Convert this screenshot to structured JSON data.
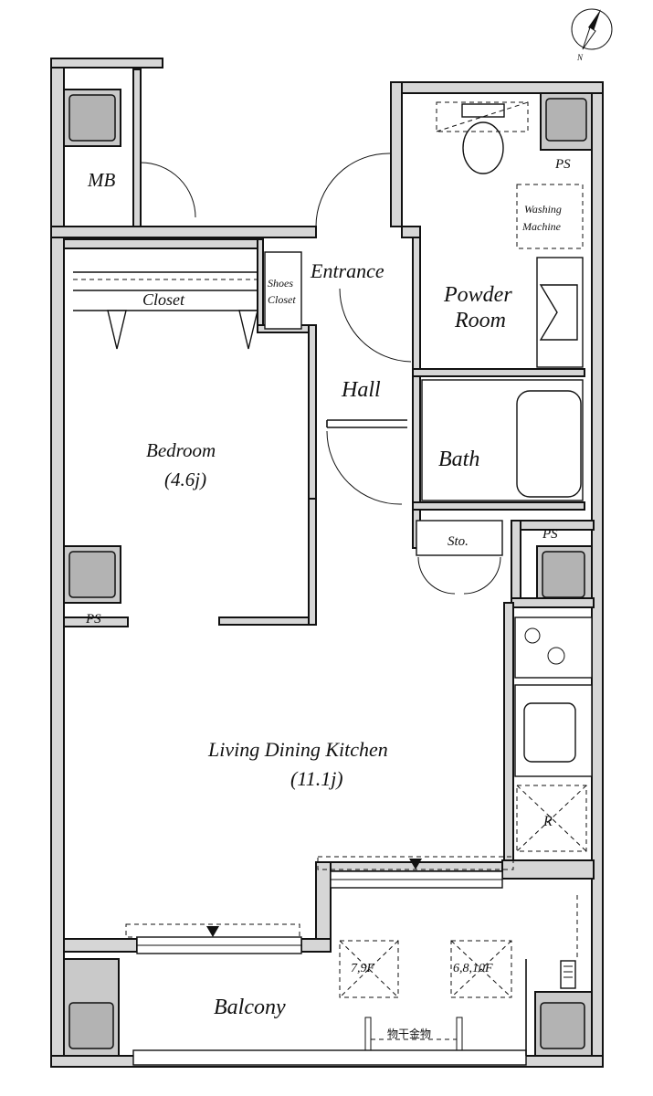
{
  "compass": {
    "letter": "N"
  },
  "rooms": {
    "mb": "MB",
    "entrance": "Entrance",
    "shoes_closet_line1": "Shoes",
    "shoes_closet_line2": "Closet",
    "closet": "Closet",
    "powder_room_line1": "Powder",
    "powder_room_line2": "Room",
    "washing_machine_line1": "Washing",
    "washing_machine_line2": "Machine",
    "hall": "Hall",
    "bath": "Bath",
    "bedroom": "Bedroom",
    "bedroom_size": "(4.6j)",
    "storage": "Sto.",
    "ldk": "Living Dining Kitchen",
    "ldk_size": "(11.1j)",
    "refrigerator": "R",
    "balcony": "Balcony",
    "drying_hardware": "物干金物",
    "floor_note_left": "7,9F",
    "floor_note_right": "6,8,10F"
  },
  "ps_labels": [
    "PS",
    "PS",
    "PS"
  ],
  "colors": {
    "wall_fill": "#d6d6d6",
    "pillar_fill": "#c9c9c9",
    "line": "#111111"
  }
}
